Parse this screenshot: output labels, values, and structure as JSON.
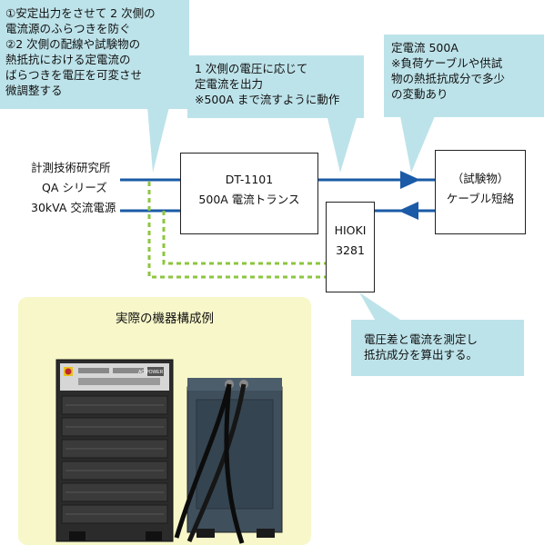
{
  "callouts": {
    "left": [
      "①安定出力をさせて 2 次側の",
      "電流源のふらつきを防ぐ",
      "②2 次側の配線や試験物の",
      "熱抵抗における定電流の",
      "ばらつきを電圧を可変させ",
      "微調整する"
    ],
    "middle": [
      "1 次側の電圧に応じて",
      "定電流を出力",
      "※500A まで流すように動作"
    ],
    "right": [
      "定電流 500A",
      "※負荷ケーブルや供試",
      "物の熱抵抗成分で多少",
      "の変動あり"
    ],
    "bottom": [
      "電圧差と電流を測定し",
      "抵抗成分を算出する。"
    ]
  },
  "boxes": {
    "source": [
      "計測技術研究所",
      "QA シリーズ",
      "30kVA 交流電源"
    ],
    "transformer": [
      "DT-1101",
      "500A 電流トランス"
    ],
    "meter": [
      "HIOKI",
      "3281"
    ],
    "test_object": [
      "（試験物）",
      "ケーブル短絡"
    ]
  },
  "photo": {
    "title": "実際の機器構成例",
    "panel_label": "AC POWER"
  },
  "colors": {
    "callout_bg": "#bde3ea",
    "wire": "#1a5aa6",
    "probe": "#8cc63f",
    "photo_bg": "#f7f7c9"
  }
}
